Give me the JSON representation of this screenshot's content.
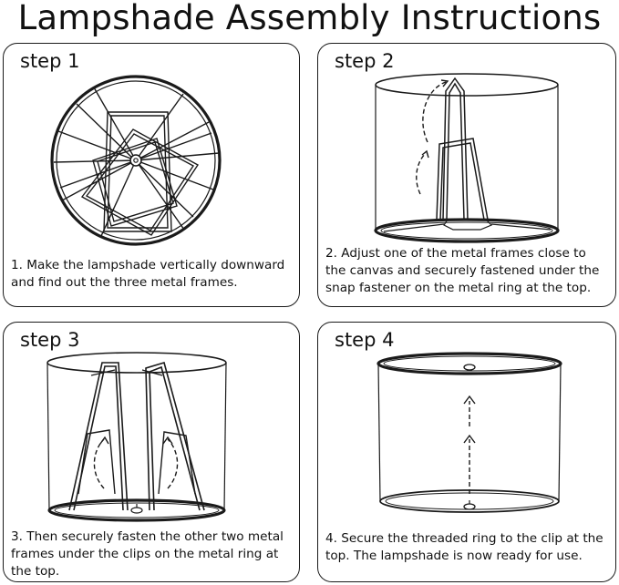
{
  "title": "Lampshade Assembly Instructions",
  "steps": [
    {
      "label": "step 1",
      "text": "1. Make the lampshade vertically downward and find out the three metal frames."
    },
    {
      "label": "step 2",
      "text": "2. Adjust one of the metal frames close to the canvas and securely fastened under the snap fastener on the metal ring at the top."
    },
    {
      "label": "step 3",
      "text": "3. Then securely fasten the other two metal frames under the clips on the metal ring at the top."
    },
    {
      "label": "step 4",
      "text": "4. Secure the threaded ring to the clip at the top. The lampshade is now ready for use."
    }
  ]
}
